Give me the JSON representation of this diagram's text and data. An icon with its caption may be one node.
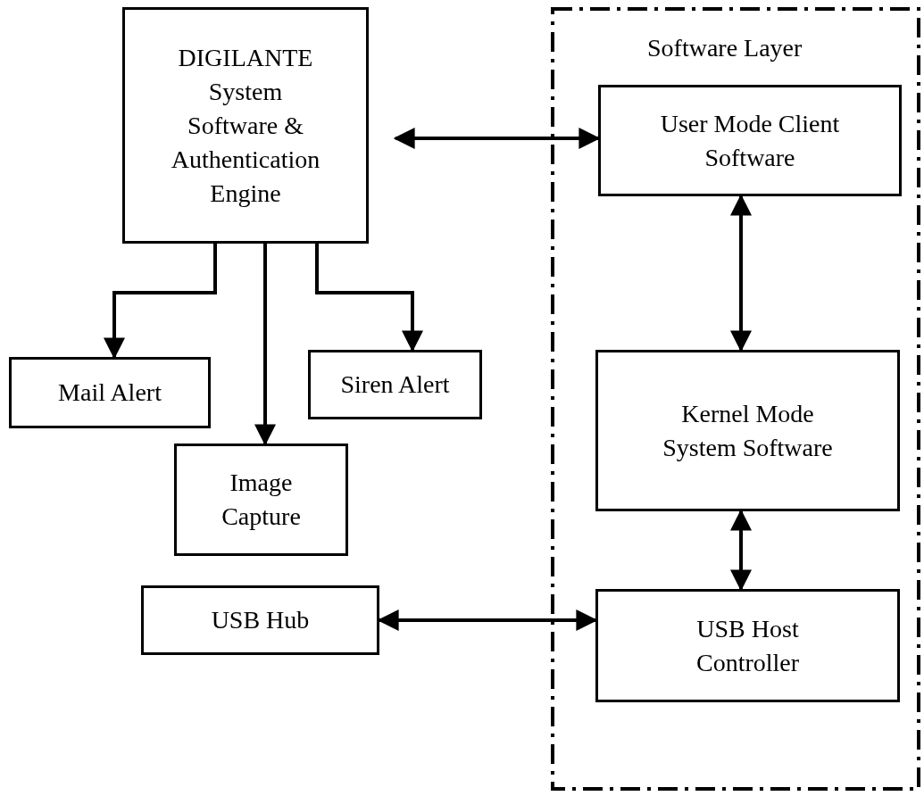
{
  "diagram": {
    "nodes": [
      {
        "text": [
          "DIGILANTE System Software & Authentication Engine"
        ]
      },
      {
        "text": [
          "Software Layer"
        ]
      },
      {
        "text": [
          "User Mode Client Software"
        ],
        "in": 1
      },
      {
        "text": [
          "Mail Alert"
        ]
      },
      {
        "text": [
          "Siren Alert"
        ]
      },
      {
        "text": [
          "Kernel Mode System Software"
        ],
        "in": 1
      },
      {
        "text": [
          "Image Capture"
        ]
      },
      {
        "text": [
          "USB Hub"
        ]
      },
      {
        "text": [
          "USB Host Controller"
        ],
        "in": 1
      }
    ],
    "edges": [
      {
        "from": 0,
        "to": 2,
        "arrow": "both"
      },
      {
        "from": 0,
        "to": 3,
        "arrow": "to"
      },
      {
        "from": 0,
        "to": 6,
        "arrow": "to"
      },
      {
        "from": 0,
        "to": 4,
        "arrow": "to"
      },
      {
        "from": 2,
        "to": 5,
        "arrow": "both"
      },
      {
        "from": 5,
        "to": 8,
        "arrow": "both"
      },
      {
        "from": 7,
        "to": 8,
        "arrow": "both"
      }
    ]
  }
}
